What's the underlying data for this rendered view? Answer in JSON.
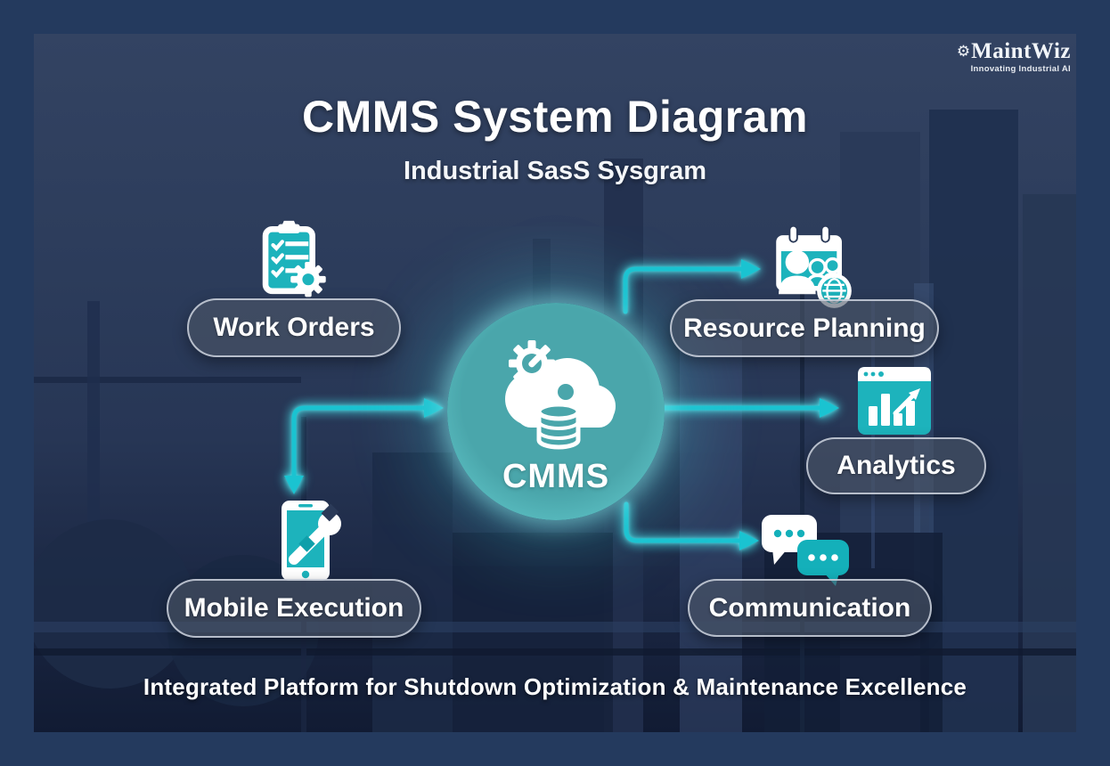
{
  "logo": {
    "name": "MaintWiz",
    "tagline": "Innovating Industrial AI",
    "icon": "gear-icon"
  },
  "header": {
    "title": "CMMS System Diagram",
    "subtitle": "Industrial SasS Sysgram"
  },
  "center": {
    "label": "CMMS",
    "icon": "cloud-gears-database-icon"
  },
  "nodes": [
    {
      "id": "work-orders",
      "label": "Work Orders",
      "icon": "clipboard-checklist-gear-icon"
    },
    {
      "id": "resource-planning",
      "label": "Resource Planning",
      "icon": "calendar-people-globe-icon"
    },
    {
      "id": "analytics",
      "label": "Analytics",
      "icon": "bar-chart-window-icon"
    },
    {
      "id": "mobile-execution",
      "label": "Mobile Execution",
      "icon": "phone-wrench-icon"
    },
    {
      "id": "communication",
      "label": "Communication",
      "icon": "chat-bubbles-icon"
    }
  ],
  "footer": {
    "tagline": "Integrated Platform for Shutdown Optimization & Maintenance Excellence"
  },
  "colors": {
    "accent_teal": "#1ac3d1",
    "icon_teal": "#1db3bc",
    "circle_fill": "#4aa6ab",
    "frame_navy": "#243a5e",
    "background_navy": "#2c3c5b",
    "pill_background": "rgba(77,86,104,0.60)",
    "pill_border": "rgba(205,212,222,0.85)",
    "text_white": "#ffffff"
  }
}
